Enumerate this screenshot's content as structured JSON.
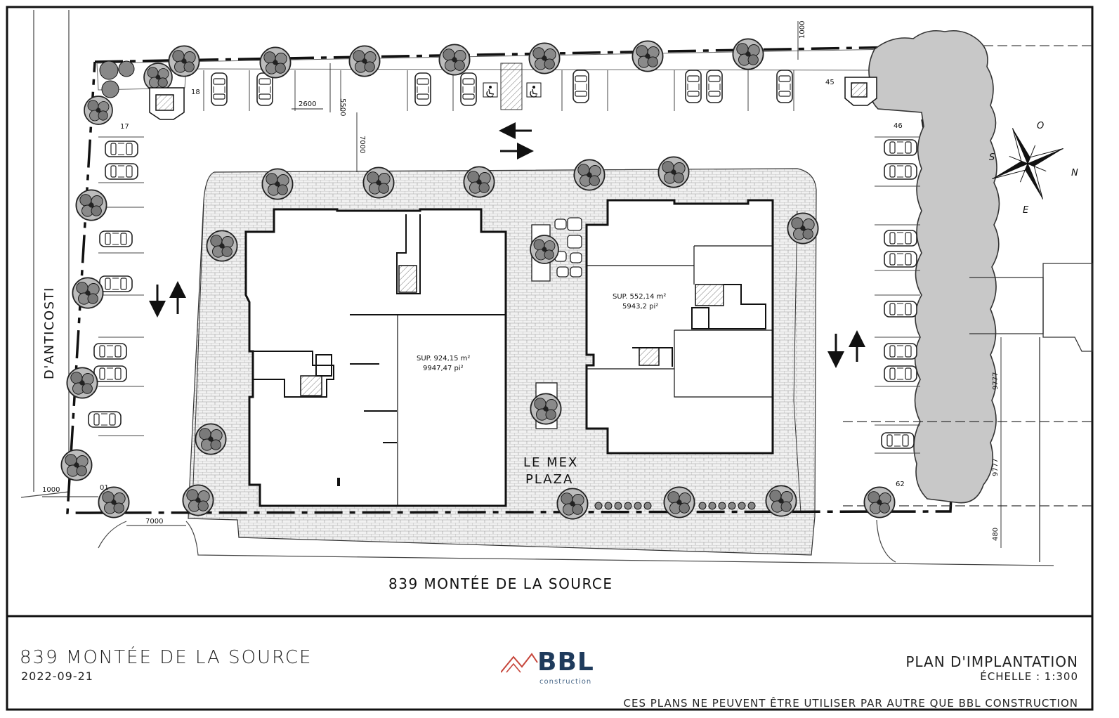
{
  "site": {
    "street_label": "839 MONTÉE DE LA SOURCE",
    "side_street_label": "D'ANTICOSTI",
    "plaza_line1": "LE MEX",
    "plaza_line2": "PLAZA"
  },
  "buildings": [
    {
      "area_m2": "SUP. 924,15 m²",
      "area_ft2": "9947,47 pi²"
    },
    {
      "area_m2": "SUP. 552,14 m²",
      "area_ft2": "5943,2 pi²"
    }
  ],
  "dimensions": {
    "d1000_top": "1000",
    "d5500": "5500",
    "d2600": "2600",
    "d7000_mid": "7000",
    "d1000_left": "1000",
    "d7000_bottom": "7000",
    "d9777_a": "9777",
    "d9777_b": "9777",
    "d480": "480"
  },
  "parking_numbers": {
    "p18": "18",
    "p17": "17",
    "p45": "45",
    "p46": "46",
    "p01": "01",
    "p62": "62"
  },
  "compass": {
    "north": "N",
    "south": "S",
    "east": "E",
    "west": "O"
  },
  "title_block": {
    "project_title": "839 MONTÉE DE LA SOURCE",
    "date": "2022-09-21",
    "company_name": "BBL",
    "company_sub": "construction",
    "plan_title": "PLAN D'IMPLANTATION",
    "scale": "ÉCHELLE : 1:300",
    "disclaimer": "CES PLANS NE PEUVENT ÊTRE UTILISER PAR AUTRE QUE BBL CONSTRUCTION"
  },
  "colors": {
    "line": "#111111",
    "pavers": "#e9e9e9",
    "hedge": "#c8c8c8",
    "brand": "#1f3b5c",
    "logo_accent": "#c6453a"
  }
}
